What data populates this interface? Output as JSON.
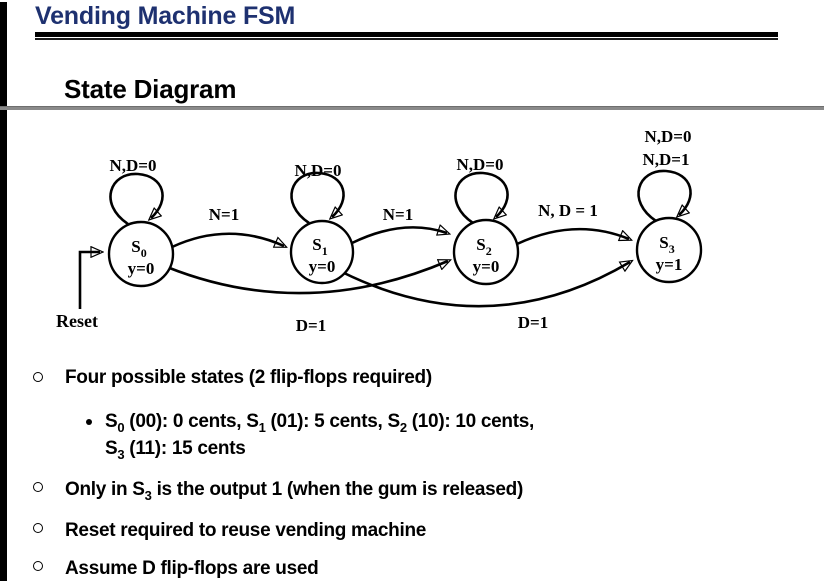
{
  "slide": {
    "title": "Vending Machine FSM",
    "section_heading": "State Diagram"
  },
  "colors": {
    "title_navy": "#1e3170",
    "separator_gray": "#8a8a8a",
    "ink": "#000000"
  },
  "diagram": {
    "reset_label": "Reset",
    "states": [
      {
        "symbol": "S",
        "index": "0",
        "output": "y=0",
        "self_loop_labels": [
          "N,D=0"
        ]
      },
      {
        "symbol": "S",
        "index": "1",
        "output": "y=0",
        "self_loop_labels": [
          "N,D=0"
        ]
      },
      {
        "symbol": "S",
        "index": "2",
        "output": "y=0",
        "self_loop_labels": [
          "N,D=0"
        ]
      },
      {
        "symbol": "S",
        "index": "3",
        "output": "y=1",
        "self_loop_labels": [
          "N,D=0",
          "N,D=1"
        ]
      }
    ],
    "transitions": [
      {
        "from": "S0",
        "to": "S1",
        "label": "N=1"
      },
      {
        "from": "S1",
        "to": "S2",
        "label": "N=1"
      },
      {
        "from": "S2",
        "to": "S3",
        "label": "N, D = 1"
      },
      {
        "from": "S0",
        "to": "S2",
        "label": "D=1"
      },
      {
        "from": "S1",
        "to": "S3",
        "label": "D=1"
      }
    ]
  },
  "bullets": [
    {
      "level": 1,
      "segments": [
        {
          "t": "Four possible states (2 flip-flops required)"
        }
      ]
    },
    {
      "level": 2,
      "segments": [
        {
          "t": "S"
        },
        {
          "s": "0"
        },
        {
          "t": " (00): 0 cents, S"
        },
        {
          "s": "1"
        },
        {
          "t": " (01): 5 cents, S"
        },
        {
          "s": "2"
        },
        {
          "t": " (10): 10 cents,"
        },
        {
          "br": true
        },
        {
          "t": "S"
        },
        {
          "s": "3"
        },
        {
          "t": " (11): 15 cents"
        }
      ]
    },
    {
      "level": 1,
      "segments": [
        {
          "t": "Only in S"
        },
        {
          "s": "3"
        },
        {
          "t": " is the output 1 (when the gum is released)"
        }
      ]
    },
    {
      "level": 1,
      "segments": [
        {
          "t": "Reset required to reuse vending machine"
        }
      ]
    },
    {
      "level": 1,
      "segments": [
        {
          "t": "Assume D flip-flops are used"
        }
      ]
    }
  ]
}
